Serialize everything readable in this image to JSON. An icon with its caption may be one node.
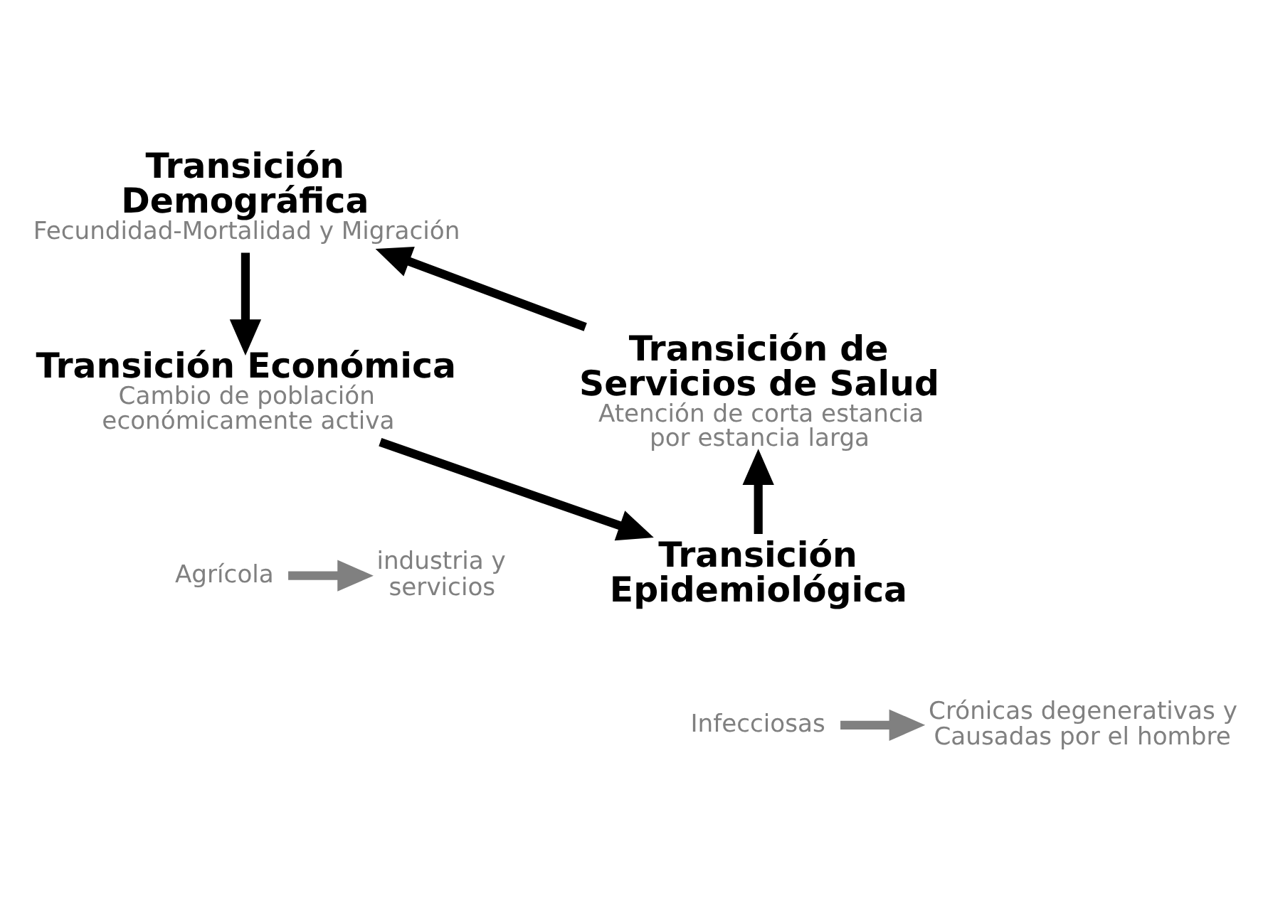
{
  "diagram": {
    "nodes": [
      {
        "text": [
          "Transición Demográfica",
          "Fecundidad-Mortalidad y Migración"
        ]
      },
      {
        "text": [
          "Transición Económica",
          "Cambio de población económicamente activa"
        ]
      },
      {
        "text": [
          "Agrícola"
        ]
      },
      {
        "text": [
          "industria y servicios"
        ]
      },
      {
        "text": [
          "Transición Epidemiológica"
        ]
      },
      {
        "text": [
          "Infecciosas"
        ]
      },
      {
        "text": [
          "Crónicas degenerativas y Causadas por el hombre"
        ]
      },
      {
        "text": [
          "Transición de Servicios de Salud",
          "Atención de corta estancia por estancia larga"
        ]
      }
    ],
    "edges": [
      {
        "from": 0,
        "to": 1,
        "arrow": "to"
      },
      {
        "from": 2,
        "to": 3,
        "arrow": "to",
        "color": "#808080"
      },
      {
        "from": 1,
        "to": 4,
        "arrow": "to"
      },
      {
        "from": 5,
        "to": 6,
        "arrow": "to",
        "color": "#808080"
      },
      {
        "from": 4,
        "to": 7,
        "arrow": "to"
      },
      {
        "from": 7,
        "to": 0,
        "arrow": "to"
      }
    ]
  }
}
